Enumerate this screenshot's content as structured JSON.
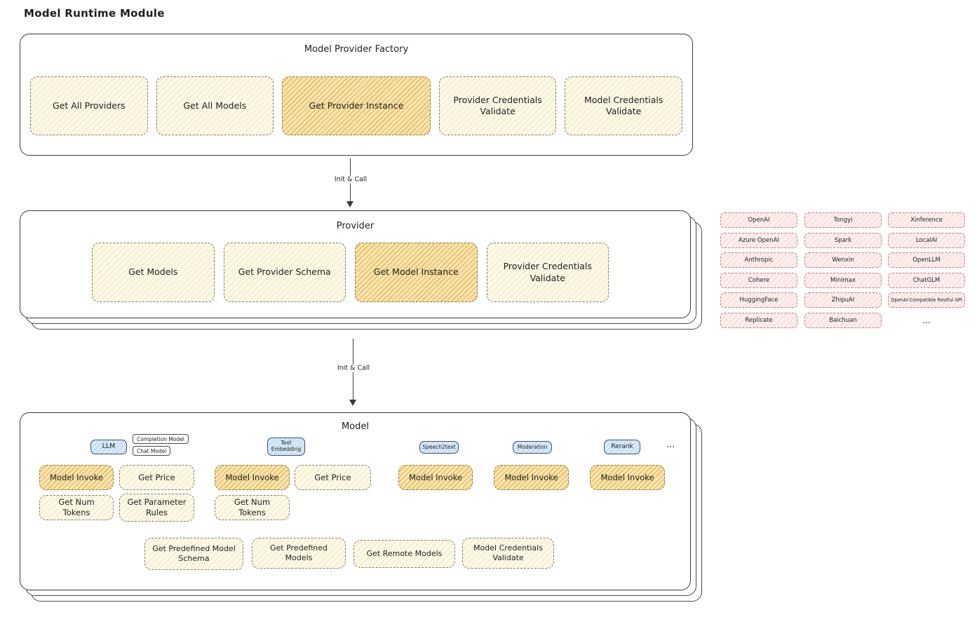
{
  "title": "Model Runtime Module",
  "colors": {
    "ink": "#1f1f1f",
    "function_box_fill": "#fdf9e8",
    "highlight_box_fill": "#f8e5b0",
    "highlight_hatch": "#d69e32",
    "provider_chip_fill": "#fdeeee",
    "provider_chip_border": "#c97676",
    "model_type_tag_fill": "#d9eaf8"
  },
  "factory": {
    "title": "Model Provider Factory",
    "items": [
      {
        "label": "Get All Providers",
        "highlighted": false
      },
      {
        "label": "Get All Models",
        "highlighted": false
      },
      {
        "label": "Get Provider Instance",
        "highlighted": true
      },
      {
        "label": "Provider Credentials Validate",
        "highlighted": false
      },
      {
        "label": "Model Credentials Validate",
        "highlighted": false
      }
    ]
  },
  "arrows": [
    {
      "label": "Init & Call"
    },
    {
      "label": "Init & Call"
    }
  ],
  "provider": {
    "title": "Provider",
    "items": [
      {
        "label": "Get Models",
        "highlighted": false
      },
      {
        "label": "Get Provider Schema",
        "highlighted": false
      },
      {
        "label": "Get Model Instance",
        "highlighted": true
      },
      {
        "label": "Provider Credentials Validate",
        "highlighted": false
      }
    ]
  },
  "providers_list": {
    "rows": [
      [
        "OpenAI",
        "Tongyi",
        "Xinference"
      ],
      [
        "Azure OpenAI",
        "Spark",
        "LocalAI"
      ],
      [
        "Anthropic",
        "Wenxin",
        "OpenLLM"
      ],
      [
        "Cohere",
        "Minimax",
        "ChatGLM"
      ],
      [
        "HuggingFace",
        "ZhipuAI",
        "OpenAI-Compatible Restful API"
      ],
      [
        "Replicate",
        "Baichuan",
        "..."
      ]
    ]
  },
  "model": {
    "title": "Model",
    "groups": {
      "llm": {
        "tag": "LLM",
        "completion_tag": "Completion Model",
        "chat_tag": "Chat Model",
        "invoke": "Model Invoke",
        "get_price": "Get Price",
        "get_num_tokens": "Get Num Tokens",
        "get_parameter_rules": "Get Parameter Rules"
      },
      "text_embedding": {
        "tag": "Text Embedding",
        "invoke": "Model Invoke",
        "get_price": "Get Price",
        "get_num_tokens": "Get Num Tokens"
      },
      "speech2text": {
        "tag": "Speech2text",
        "invoke": "Model Invoke"
      },
      "moderation": {
        "tag": "Moderation",
        "invoke": "Model Invoke"
      },
      "rerank": {
        "tag": "Rerank",
        "invoke": "Model Invoke"
      },
      "more": "..."
    },
    "shared_functions": [
      "Get Predefined Model Schema",
      "Get Predefined Models",
      "Get Remote Models",
      "Model Credentials Validate"
    ]
  }
}
